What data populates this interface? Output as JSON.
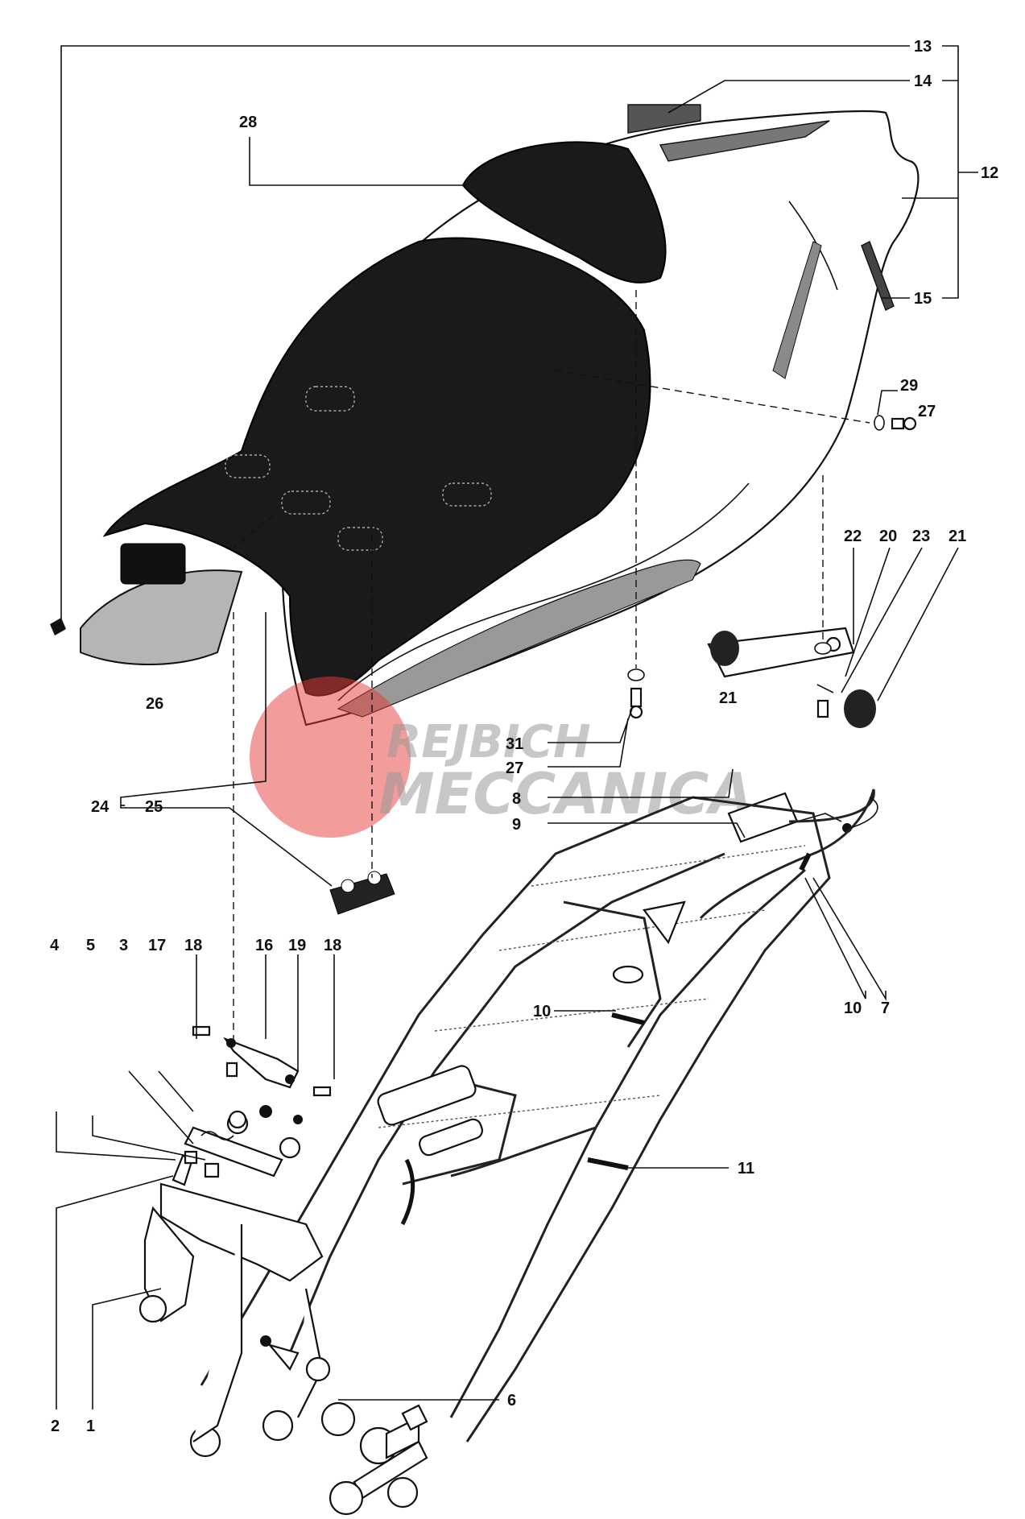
{
  "diagram": {
    "callouts": [
      {
        "id": "c13",
        "text": "13"
      },
      {
        "id": "c14",
        "text": "14"
      },
      {
        "id": "c12",
        "text": "12"
      },
      {
        "id": "c15",
        "text": "15"
      },
      {
        "id": "c28",
        "text": "28"
      },
      {
        "id": "c29",
        "text": "29"
      },
      {
        "id": "c27a",
        "text": "27"
      },
      {
        "id": "c22",
        "text": "22"
      },
      {
        "id": "c20",
        "text": "20"
      },
      {
        "id": "c23",
        "text": "23"
      },
      {
        "id": "c21a",
        "text": "21"
      },
      {
        "id": "c21b",
        "text": "21"
      },
      {
        "id": "c26",
        "text": "26"
      },
      {
        "id": "c31",
        "text": "31"
      },
      {
        "id": "c27b",
        "text": "27"
      },
      {
        "id": "c8",
        "text": "8"
      },
      {
        "id": "c9",
        "text": "9"
      },
      {
        "id": "c24",
        "text": "24"
      },
      {
        "id": "c25",
        "text": "25"
      },
      {
        "id": "c4",
        "text": "4"
      },
      {
        "id": "c5",
        "text": "5"
      },
      {
        "id": "c3",
        "text": "3"
      },
      {
        "id": "c17",
        "text": "17"
      },
      {
        "id": "c18a",
        "text": "18"
      },
      {
        "id": "c16",
        "text": "16"
      },
      {
        "id": "c19",
        "text": "19"
      },
      {
        "id": "c18b",
        "text": "18"
      },
      {
        "id": "c10a",
        "text": "10"
      },
      {
        "id": "c10b",
        "text": "10"
      },
      {
        "id": "c7",
        "text": "7"
      },
      {
        "id": "c11",
        "text": "11"
      },
      {
        "id": "c6",
        "text": "6"
      },
      {
        "id": "c2",
        "text": "2"
      },
      {
        "id": "c1",
        "text": "1"
      }
    ]
  },
  "watermark": {
    "line1": "REJBICH",
    "line2": "MECCANICA",
    "color": "#e83a3a"
  }
}
